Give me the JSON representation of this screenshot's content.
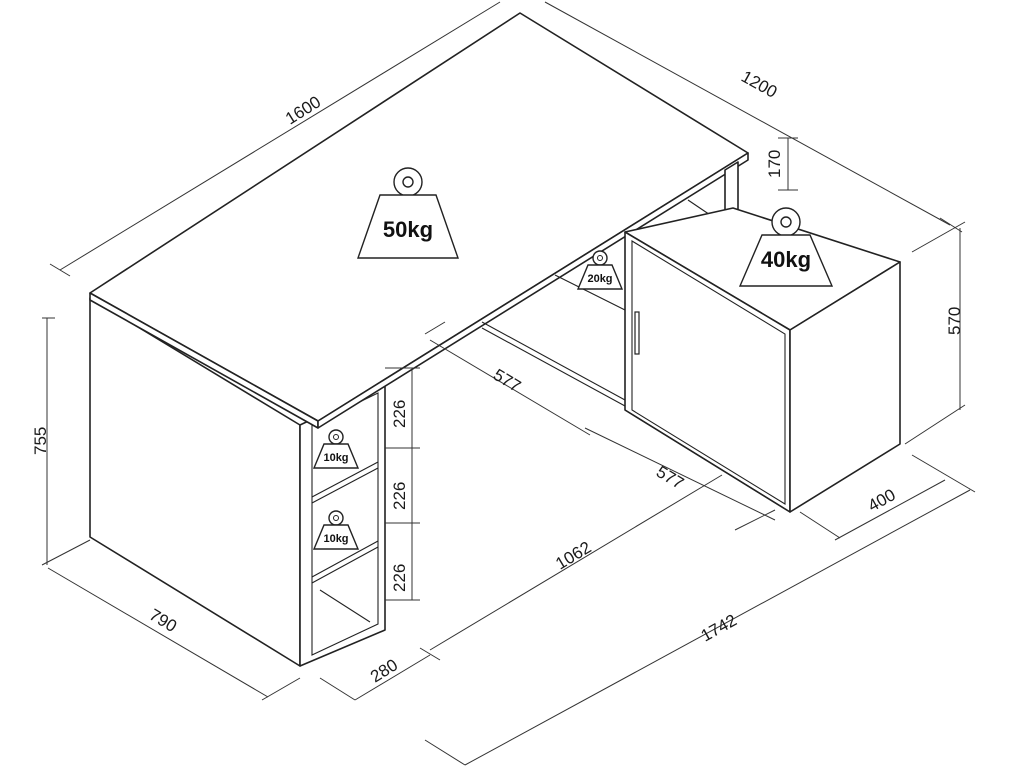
{
  "dimensions": {
    "desk_width": "1600",
    "return_length": "1200",
    "gap_height": "170",
    "cabinet_height": "570",
    "desk_height": "755",
    "desk_depth": "790",
    "shelf_width": "280",
    "leg_span": "1062",
    "total_length": "1742",
    "cabinet_depth": "400",
    "under_depth_a": "577",
    "under_depth_b": "577",
    "shelf_height_top": "226",
    "shelf_height_mid": "226",
    "shelf_height_bottom": "226"
  },
  "loads": {
    "desktop": "50kg",
    "cabinet_top": "40kg",
    "inner_shelf": "20kg",
    "shelf_upper": "10kg",
    "shelf_lower": "10kg"
  }
}
